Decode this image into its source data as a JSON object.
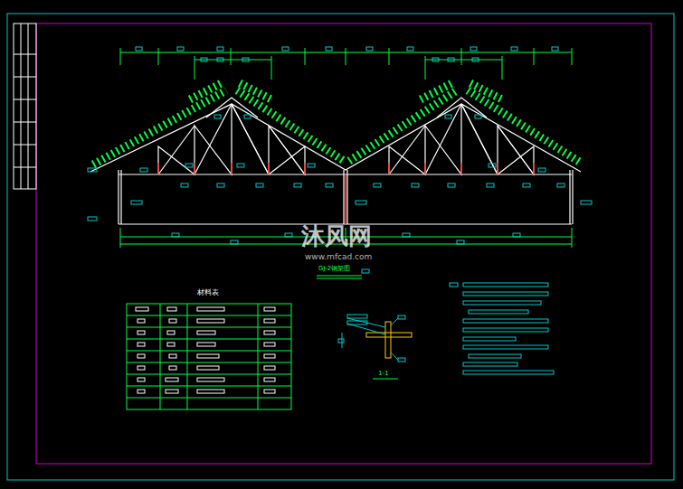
{
  "diagram": {
    "labels": [
      "GJ-2钢架图",
      "材料表",
      "1-1",
      "沐风网",
      "www.mfcad.com"
    ]
  }
}
